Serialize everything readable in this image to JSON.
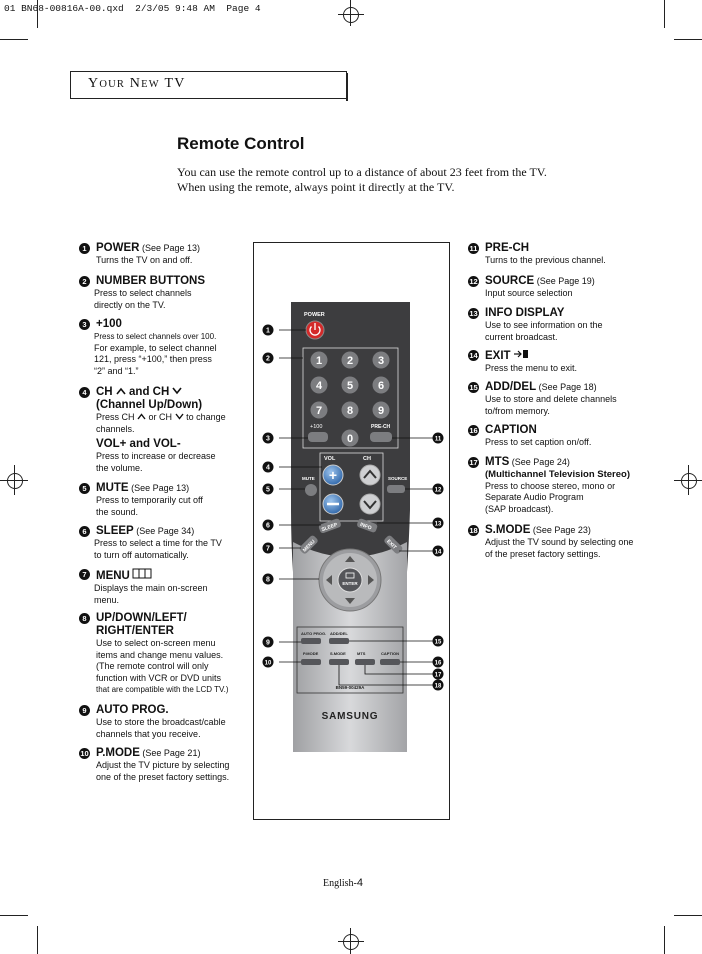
{
  "print_header": "01 BN68-00816A-00.qxd  2/3/05 9:48 AM  Page 4",
  "section": {
    "first_cap": "Y",
    "first_rest": "OUR",
    "second_cap": "N",
    "second_rest": "EW",
    "third": "TV"
  },
  "page_title": "Remote Control",
  "intro": [
    "You can use the remote control up to a distance of about 23 feet from the TV.",
    "When using the remote, always point it directly at the TV."
  ],
  "left_items": [
    {
      "num": "1",
      "title": "POWER",
      "ref": "(See Page 13)",
      "lines": [
        "Turns the TV on and off."
      ]
    },
    {
      "num": "2",
      "title": "NUMBER BUTTONS",
      "ref": "",
      "lines": [
        "Press to select channels",
        "directly on the TV."
      ]
    },
    {
      "num": "3",
      "title": "+100",
      "ref": "",
      "small": "Press to select channels over 100.",
      "lines": [
        "For example, to select channel",
        "121, press “+100,” then press",
        "“2” and “1.”"
      ]
    },
    {
      "num": "4",
      "title_a": "CH",
      "title_b": "and CH",
      "title2": "(Channel Up/Down)",
      "line_a": "Press CH",
      "line_b": "or CH",
      "line_c": "to change",
      "line_d": "channels.",
      "sub": "VOL+ and VOL-",
      "sub_lines": [
        "Press to increase or decrease",
        "the volume."
      ]
    },
    {
      "num": "5",
      "title": "MUTE",
      "ref": "(See Page 13)",
      "lines": [
        "Press to temporarily cut off",
        "the sound."
      ]
    },
    {
      "num": "6",
      "title": "SLEEP",
      "ref": "(See Page 34)",
      "lines": [
        "Press to select a time for the TV",
        "to turn off automatically."
      ]
    },
    {
      "num": "7",
      "title": "MENU",
      "ref": "",
      "lines": [
        "Displays the main on-screen",
        "menu."
      ]
    },
    {
      "num": "8",
      "title": "UP/DOWN/LEFT/",
      "title2": "RIGHT/ENTER",
      "lines": [
        "Use to select on-screen menu",
        "items and change menu values.",
        "(The remote control will only",
        "function with VCR or DVD units"
      ],
      "small": "that are compatible with the LCD TV.)"
    },
    {
      "num": "9",
      "title": "AUTO PROG.",
      "ref": "",
      "lines": [
        "Use to store the broadcast/cable",
        "channels that you receive."
      ]
    },
    {
      "num": "10",
      "title": "P.MODE",
      "ref": "(See Page 21)",
      "lines": [
        "Adjust the TV picture by selecting",
        "one of the preset factory settings."
      ]
    }
  ],
  "right_items": [
    {
      "num": "11",
      "title": "PRE-CH",
      "ref": "",
      "lines": [
        "Turns to the previous channel."
      ]
    },
    {
      "num": "12",
      "title": "SOURCE",
      "ref": "(See Page 19)",
      "lines": [
        "Input source selection"
      ]
    },
    {
      "num": "13",
      "title": "INFO DISPLAY",
      "ref": "",
      "lines": [
        "Use to see information on the",
        "current broadcast."
      ]
    },
    {
      "num": "14",
      "title": "EXIT",
      "ref": "",
      "lines": [
        "Press the menu to exit."
      ]
    },
    {
      "num": "15",
      "title": "ADD/DEL",
      "ref": "(See Page 18)",
      "lines": [
        "Use to store and delete channels",
        "to/from memory."
      ]
    },
    {
      "num": "16",
      "title": "CAPTION",
      "ref": "",
      "lines": [
        "Press to set caption on/off."
      ]
    },
    {
      "num": "17",
      "title": "MTS",
      "ref": "(See Page 24)",
      "sub": "(Multichannel Television Stereo)",
      "lines": [
        "Press to choose stereo, mono or",
        "Separate Audio Program",
        "(SAP broadcast)."
      ]
    },
    {
      "num": "18",
      "title": "S.MODE",
      "ref": "(See Page 23)",
      "lines": [
        "Adjust the TV sound by selecting one",
        "of the preset factory settings."
      ]
    }
  ],
  "remote": {
    "power": "POWER",
    "digits": [
      "1",
      "2",
      "3",
      "4",
      "5",
      "6",
      "7",
      "8",
      "9",
      "0"
    ],
    "plus100": "+100",
    "prech": "PRE-CH",
    "vol": "VOL",
    "ch": "CH",
    "mute": "MUTE",
    "source": "SOURCE",
    "sleep": "SLEEP",
    "info": "INFO",
    "menu": "MENU",
    "exit": "EXIT",
    "enter": "ENTER",
    "auto_prog": "AUTO PROG.",
    "add_del": "ADD/DEL",
    "pmode": "P.MODE",
    "smode": "S.MODE",
    "mts": "MTS",
    "caption": "CAPTION",
    "model": "BN59-00429A",
    "brand": "SAMSUNG"
  },
  "callouts": [
    "1",
    "2",
    "3",
    "4",
    "5",
    "6",
    "7",
    "8",
    "9",
    "10",
    "11",
    "12",
    "13",
    "14",
    "15",
    "16",
    "17",
    "18"
  ],
  "footer": {
    "word": "English-",
    "page": "4"
  },
  "colors": {
    "remote_dark": "#3d3d3f",
    "remote_silver": "#bfc0c2",
    "power_red": "#d42a2a",
    "button_blue": "#4a86c8"
  }
}
